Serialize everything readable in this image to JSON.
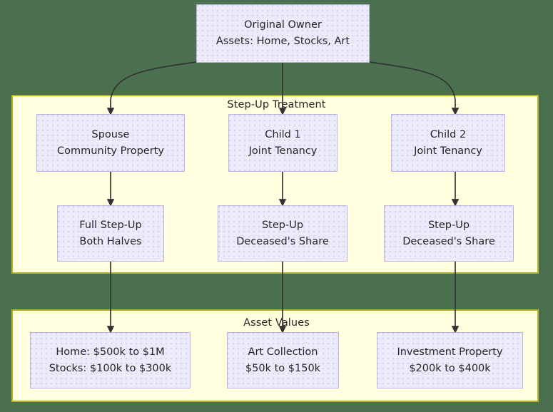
{
  "diagram": {
    "title_node": {
      "line1": "Original Owner",
      "line2": "Assets: Home, Stocks, Art"
    },
    "sections": [
      {
        "id": "step-up-treatment",
        "label": "Step-Up Treatment"
      },
      {
        "id": "asset-values",
        "label": "Asset Values"
      }
    ],
    "heirs": [
      {
        "id": "spouse",
        "line1": "Spouse",
        "line2": "Community Property"
      },
      {
        "id": "child-1",
        "line1": "Child 1",
        "line2": "Joint Tenancy"
      },
      {
        "id": "child-2",
        "line1": "Child 2",
        "line2": "Joint Tenancy"
      }
    ],
    "treatments": [
      {
        "id": "full-step-up",
        "line1": "Full Step-Up",
        "line2": "Both Halves"
      },
      {
        "id": "step-up-child-1",
        "line1": "Step-Up",
        "line2": "Deceased's Share"
      },
      {
        "id": "step-up-child-2",
        "line1": "Step-Up",
        "line2": "Deceased's Share"
      }
    ],
    "assets": [
      {
        "id": "home-stocks",
        "line1": "Home: $500k to $1M",
        "line2": "Stocks: $100k to $300k"
      },
      {
        "id": "art-collection",
        "line1": "Art Collection",
        "line2": "$50k to $150k"
      },
      {
        "id": "investment-property",
        "line1": "Investment Property",
        "line2": "$200k to $400k"
      }
    ],
    "colors": {
      "background": "#4a7050",
      "panel_fill": "#ffffe0",
      "panel_border": "#b5b51f",
      "node_fill": "#ecebfb",
      "node_border": "#bfb0e8",
      "edge": "#333333",
      "text": "#262626"
    }
  }
}
